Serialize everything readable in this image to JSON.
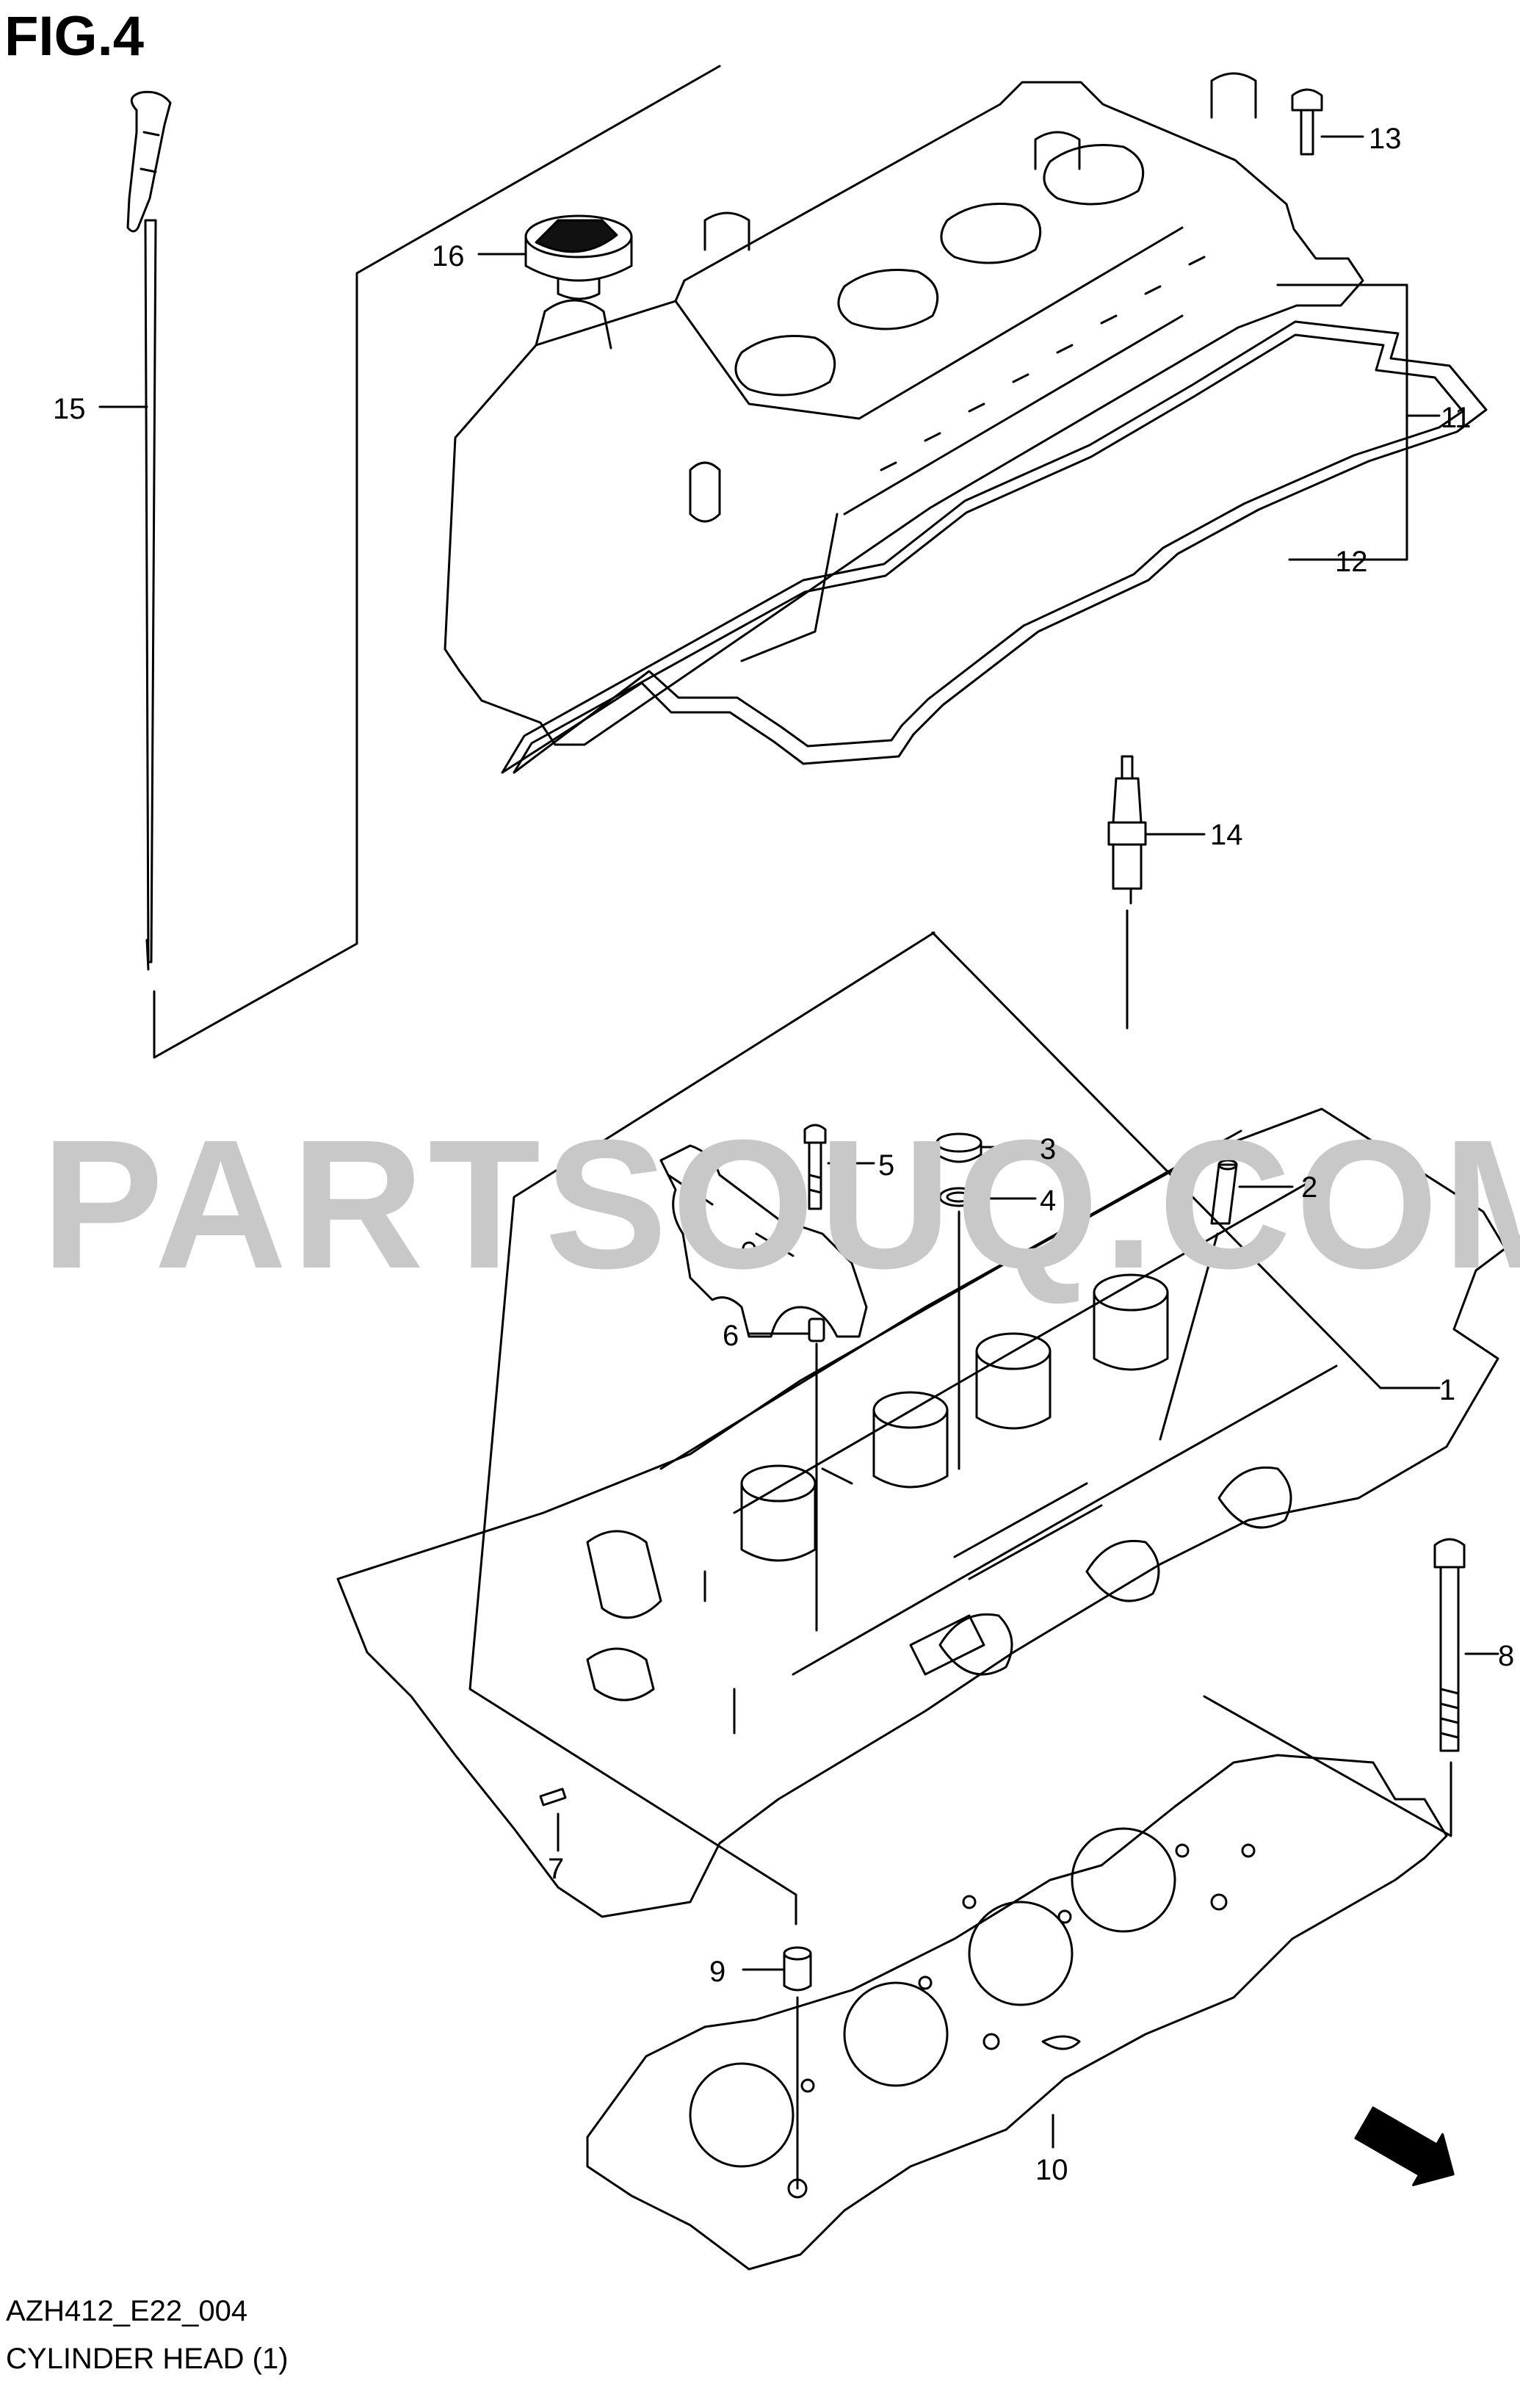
{
  "figure": {
    "title": "FIG.4"
  },
  "watermark": "PARTSOUQ.COM",
  "footer": {
    "code": "AZH412_E22_004",
    "name": "CYLINDER HEAD (1)"
  },
  "direction_marker": "FWD",
  "callouts": [
    {
      "id": "cylinder-head",
      "label": "1"
    },
    {
      "id": "valve-guide",
      "label": "2"
    },
    {
      "id": "plug",
      "label": "3"
    },
    {
      "id": "washer",
      "label": "4"
    },
    {
      "id": "camshaft-cap-bolt",
      "label": "5"
    },
    {
      "id": "pin",
      "label": "6"
    },
    {
      "id": "dowel-pin",
      "label": "7"
    },
    {
      "id": "head-bolt",
      "label": "8"
    },
    {
      "id": "knock-pin",
      "label": "9"
    },
    {
      "id": "head-gasket",
      "label": "10"
    },
    {
      "id": "cylinder-head-cover",
      "label": "11"
    },
    {
      "id": "cover-gasket",
      "label": "12"
    },
    {
      "id": "cover-bolt",
      "label": "13"
    },
    {
      "id": "spark-plug",
      "label": "14"
    },
    {
      "id": "oil-level-gauge",
      "label": "15"
    },
    {
      "id": "oil-filler-cap",
      "label": "16"
    }
  ],
  "colors": {
    "line": "#000000",
    "watermark": "#c8c8c8",
    "background": "#ffffff"
  }
}
